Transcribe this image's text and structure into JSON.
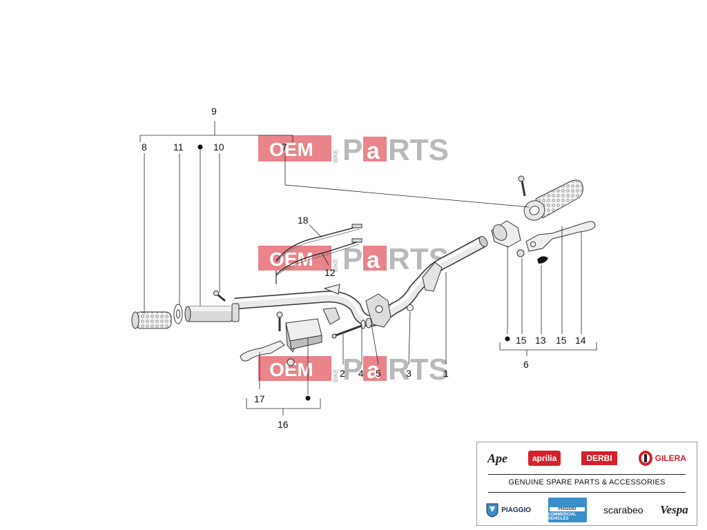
{
  "callouts": {
    "c1": "1",
    "c2": "2",
    "c3": "3",
    "c4": "4",
    "c5": "5",
    "c6": "6",
    "c7": "7",
    "c8": "8",
    "c9": "9",
    "c10": "10",
    "c11": "11",
    "c12": "12",
    "c13": "13",
    "c14": "14",
    "c15a": "15",
    "c15b": "15",
    "c16": "16",
    "c17": "17",
    "c18": "18"
  },
  "watermark": {
    "oem": "OEM",
    "bike": "BIKE",
    "p": "P",
    "a": "a",
    "rts": "RTS"
  },
  "brand_panel": {
    "caption": "GENUINE SPARE PARTS & ACCESSORIES",
    "brands_top": [
      "Ape",
      "aprilia",
      "DERBI",
      "GILERA"
    ],
    "brands_bottom": [
      "PIAGGIO",
      "PIAGGIO",
      "COMMERCIAL VEHICLES",
      "scarabeo",
      "Vespa"
    ]
  },
  "colors": {
    "watermark_red": "#e8848a",
    "brand_red": "#d3202a",
    "commercial_blue": "#3a8fc8"
  }
}
